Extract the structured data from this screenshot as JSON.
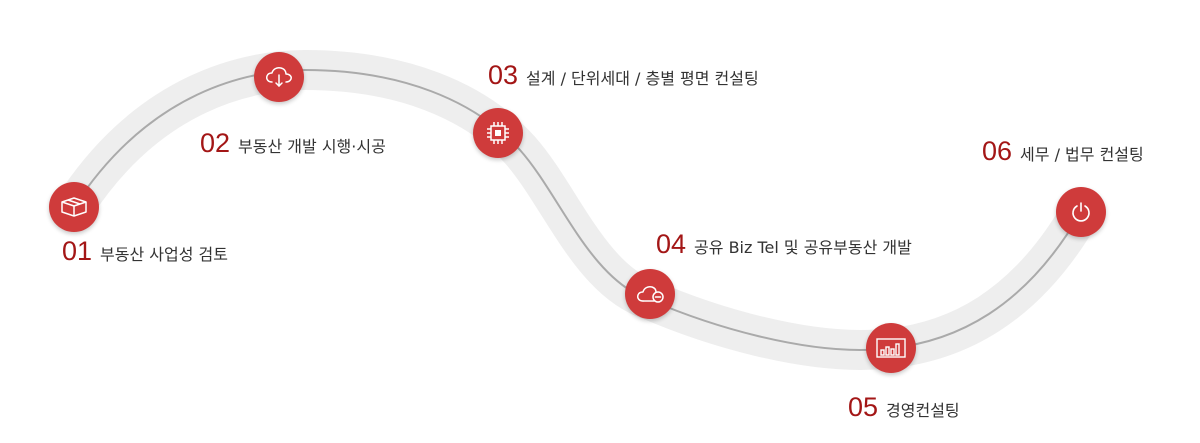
{
  "colors": {
    "node": "#cf3b3b",
    "number": "#a31616",
    "text": "#333333",
    "band": "#eeeeee",
    "line": "#aaaaaa"
  },
  "steps": [
    {
      "number": "01",
      "text": "부동산 사업성 검토",
      "icon": "box-icon"
    },
    {
      "number": "02",
      "text": "부동산 개발 시행·시공",
      "icon": "cloud-download-icon"
    },
    {
      "number": "03",
      "text": "설계 / 단위세대 / 층별 평면 컨설팅",
      "icon": "chip-icon"
    },
    {
      "number": "04",
      "text": "공유 Biz Tel 및 공유부동산 개발",
      "icon": "cloud-minus-icon"
    },
    {
      "number": "05",
      "text": "경영컨설팅",
      "icon": "bar-chart-icon"
    },
    {
      "number": "06",
      "text": "세무 / 법무 컨설팅",
      "icon": "power-icon"
    }
  ]
}
